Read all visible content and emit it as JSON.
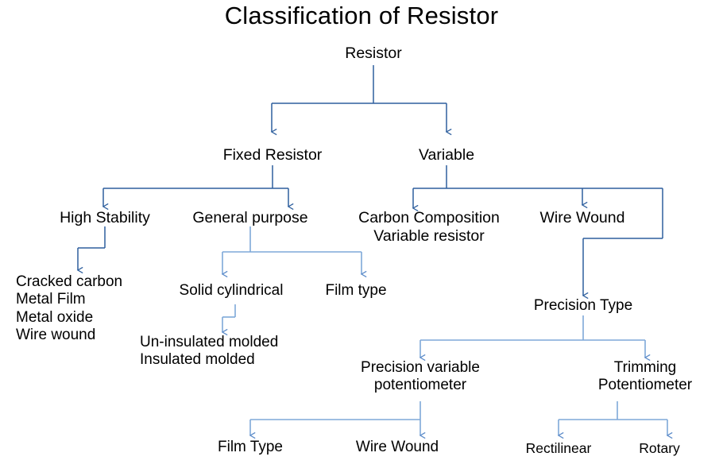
{
  "diagram": {
    "title": "Classification of Resistor",
    "colors": {
      "line_dark": "#2E5F9E",
      "line_light": "#7FA8D9",
      "text": "#000000",
      "background": "#FFFFFF"
    },
    "nodes": {
      "root": "Resistor",
      "fixed_resistor": "Fixed Resistor",
      "variable": "Variable",
      "high_stability": "High Stability",
      "general_purpose": "General purpose",
      "carbon_composition": "Carbon Composition\nVariable resistor",
      "wire_wound_top": "Wire Wound",
      "high_stability_list": "Cracked carbon\nMetal Film\nMetal oxide\nWire wound",
      "solid_cylindrical": "Solid cylindrical",
      "film_type_mid": "Film type",
      "molded_list": "Un-insulated molded\nInsulated molded",
      "precision_type": "Precision Type",
      "precision_variable_pot": "Precision variable\npotentiometer",
      "trimming_pot": "Trimming\nPotentiometer",
      "film_type_bottom": "Film Type",
      "wire_wound_bottom": "Wire Wound",
      "rectilinear": "Rectilinear",
      "rotary": "Rotary"
    }
  }
}
